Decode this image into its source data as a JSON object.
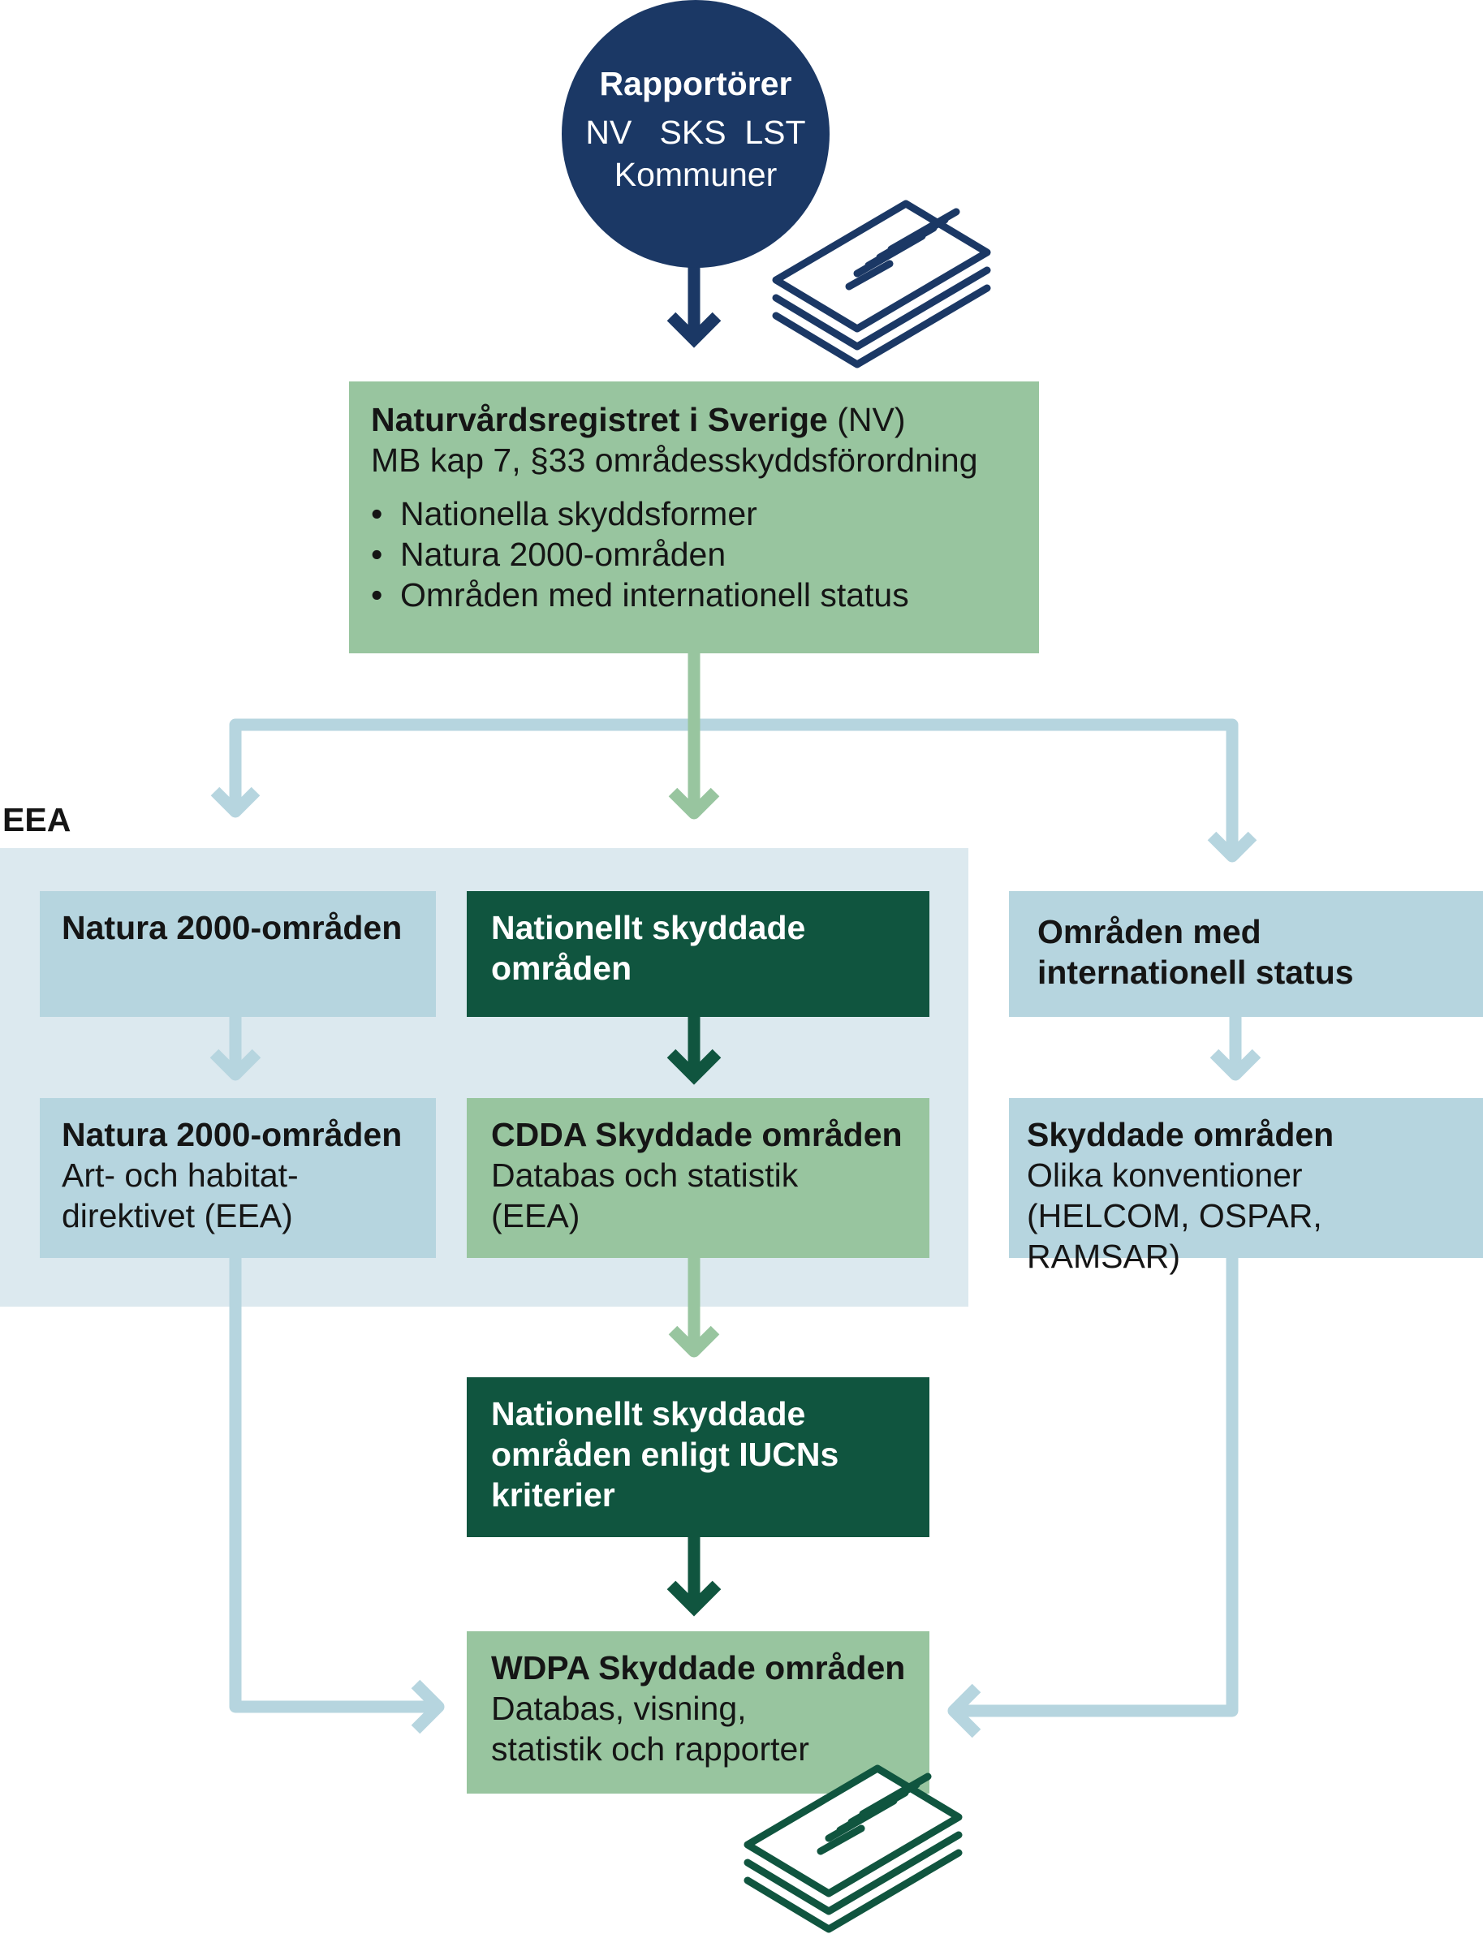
{
  "colors": {
    "navy": "#1b3865",
    "light_blue": "#b6d5df",
    "panel_blue": "#dce9ef",
    "light_green": "#98c59f",
    "dark_green": "#10553f"
  },
  "icons": [
    "document-stack-icon",
    "document-stack-icon"
  ],
  "reporters": {
    "title": "Rapportörer",
    "line1": "NV   SKS  LST",
    "line2": "Kommuner"
  },
  "registry": {
    "title": "Naturvårdsregistret i Sverige",
    "title_suffix": " (NV)",
    "subtitle": "MB kap 7, §33 områdesskyddsförordning",
    "bullets": [
      "Nationella skyddsformer",
      "Natura 2000-områden",
      "Områden med internationell status"
    ]
  },
  "eea": {
    "label": "EEA"
  },
  "natura_top": {
    "title": "Natura 2000-områden"
  },
  "national_top": {
    "title": "Nationellt skyddade\nområden"
  },
  "intl_top": {
    "title": "Områden med\ninternationell status"
  },
  "natura_bottom": {
    "title": "Natura 2000-områden",
    "body": "Art- och habitat-\ndirektivet (EEA)"
  },
  "cdda": {
    "title": "CDDA Skyddade områden",
    "body": "Databas och statistik\n(EEA)"
  },
  "protected": {
    "title": "Skyddade områden",
    "body": "Olika konventioner\n(HELCOM, OSPAR, RAMSAR)"
  },
  "iucn": {
    "title": "Nationellt skyddade\nområden enligt IUCNs\nkriterier"
  },
  "wdpa": {
    "title": "WDPA Skyddade områden",
    "body": "Databas, visning,\nstatistik och rapporter"
  }
}
